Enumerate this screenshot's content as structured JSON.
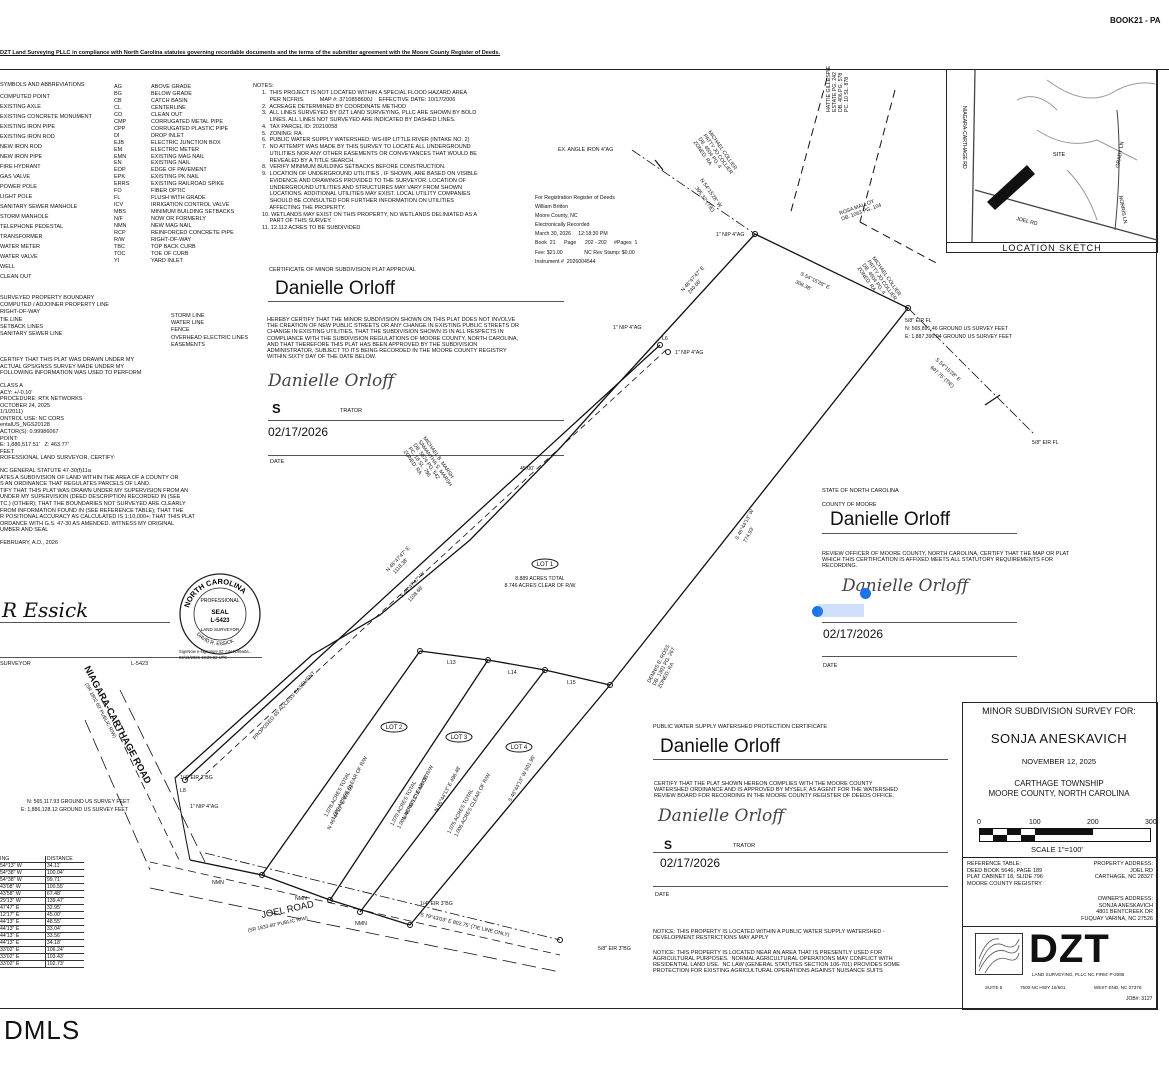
{
  "header": {
    "book_ref": "BOOK21 - PA",
    "top_note": "DZT Land Surveying PLLC  in compliance with North Carolina statutes governing recordable documents and the terms of the submitter agreement with the Moore County Register of Deeds."
  },
  "legend": {
    "title": "SYMBOLS AND ABBREVIATIONS",
    "left_items": [
      "COMPUTED POINT",
      "EXISTING AXLE",
      "EXISTING CONCRETE MONUMENT",
      "EXISTING IRON PIPE",
      "EXISTING IRON ROD",
      "NEW IRON ROD",
      "NEW IRON PIPE",
      "FIRE HYDRANT",
      "GAS VALVE",
      "POWER POLE",
      "LIGHT POLE",
      "SANITARY SEWER MANHOLE",
      "STORM MANHOLE",
      "TELEPHONE PEDESTAL",
      "TRANSFORMER",
      "WATER METER",
      "WATER VALVE",
      "WELL",
      "CLEAN OUT"
    ],
    "abbr_codes": [
      "AG",
      "BG",
      "CB",
      "CL",
      "CO",
      "CMP",
      "CPP",
      "DI",
      "EJB",
      "EM",
      "EMN",
      "EN",
      "EOP",
      "EPK",
      "ERRS",
      "FO",
      "FL",
      "ICV",
      "MBS",
      "N/F",
      "NMN",
      "RCP",
      "R/W",
      "TBC",
      "TOC",
      "YI"
    ],
    "abbr_meanings": [
      "ABOVE GRADE",
      "BELOW GRADE",
      "CATCH BASIN",
      "CENTERLINE",
      "CLEAN OUT",
      "CORRUGATED METAL PIPE",
      "CORRUGATED PLASTIC PIPE",
      "DROP INLET",
      "ELECTRIC JUNCTION BOX",
      "ELECTRIC METER",
      "EXISTING MAG NAIL",
      "EXISTING NAIL",
      "EDGE OF PAVEMENT",
      "EXISTING PK NAIL",
      "EXISTING RAILROAD SPIKE",
      "FIBER OPTIC",
      "FLUSH WITH GRADE",
      "IRRIGATION CONTROL VALVE",
      "MINIMUM BUILDING SETBACKS",
      "NOW OR FORMERLY",
      "NEW MAG NAIL",
      "REINFORCED CONCRETE PIPE",
      "RIGHT-OF-WAY",
      "TOP BACK CURB",
      "TOE OF CURB",
      "YARD INLET"
    ],
    "line_types_left": [
      "SURVEYED PROPERTY BOUNDARY",
      "COMPUTED / ADJOINER PROPERTY LINE",
      "RIGHT-OF-WAY",
      "TIE LINE",
      "SETBACK LINES",
      "SANITARY SEWER LINE"
    ],
    "line_types_right": [
      "STORM LINE",
      "WATER LINE",
      "FENCE",
      "OVERHEAD ELECTRIC LINES",
      "EASEMENTS"
    ]
  },
  "notes": {
    "title": "NOTES:",
    "items": [
      "1.  THIS PROJECT IS NOT LOCATED WITHIN A SPECIAL FLOOD HAZARD AREA",
      "     PER NCFRIS.          MAP #: 3710858600J    EFFECTIVE DATE: 10/17/2006",
      "2.  ACREAGE DETERMINED BY COORDINATE METHOD",
      "3.  ALL LINES SURVEYED BY DZT LAND SURVEYING, PLLC ARE SHOWN BY BOLD",
      "     LINES. ALL LINES NOT SURVEYED ARE INDICATED BY DASHED LINES.",
      "4.  TAX PARCEL ID: 20210058",
      "5.  ZONING: RA",
      "6.  PUBLIC WATER SUPPLY WATERSHED: WS-IIIP LITTLE RIVER (INTAKE NO. 2)",
      "7.  NO ATTEMPT WAS MADE BY THIS SURVEY TO LOCATE ALL UNDERGROUND",
      "     UTILITIES NOR ANY OTHER EASEMENTS OR CONVEYANCES THAT WOULD BE",
      "     REVEALED BY A TITLE SEARCH.",
      "8.  VERIFY MINIMUM BUILDING SETBACKS BEFORE CONSTRUCTION.",
      "9.  LOCATION OF UNDERGROUND UTILITIES , IF SHOWN, ARE BASED ON VISIBLE",
      "     EVIDENCE AND DRAWINGS PROVIDED TO THE SURVEYOR. LOCATION OF",
      "     UNDERGROUND UTILITIES AND STRUCTURES MAY VARY FROM SHOWN",
      "     LOCATIONS. ADDITIONAL UTILITIES MAY EXIST. LOCAL UTILITY COMPANIES",
      "     SHOULD BE CONSULTED FOR FURTHER INFORMATION ON UTILITIES",
      "     AFFECTING THE PROPERTY.",
      "10. WETLANDS MAY EXIST ON THIS PROPERTY, NO WETLANDS DELINIATED AS A",
      "     PART OF THIS SURVEY.",
      "11. 12.112 ACRES TO BE SUBDIVIDED"
    ]
  },
  "registration": {
    "lines": [
      "For Registration Register of Deeds",
      "William Britton",
      "Moore County, NC",
      "Electronically Recorded",
      "March 30, 2026     12:18:30 PM",
      "Book  21      Page      202 - 202     #Pages  1",
      "Fee: $21.00               NC Rev Stamp: $0.00",
      "Instrument #  2026004544"
    ]
  },
  "minor_subdivision_cert": {
    "title": "CERTIFICATE OF MINOR SUBDIVISION PLAT APPROVAL",
    "signer": "Danielle Orloff",
    "body": [
      "HEREBY CERTIFY THAT THE MINOR SUBDIVISION SHOWN ON THIS PLAT DOES NOT INVOLVE",
      "THE CREATION OF NEW PUBLIC STREETS OR ANY CHANGE IN EXISTING PUBLIC STREETS OR",
      "CHANGE IN EXISTING UTILITIES, THAT THE SUBDIVISION SHOWN IS IN ALL RESPECTS IN",
      "COMPLIANCE WITH THE SUBDIVISION REGULATIONS OF MOORE COUNTY, NORTH CAROLINA,",
      "AND THAT THEREFORE THIS PLAT HAS BEEN APPROVED BY THE SUBDIVISION",
      "ADMINISTRATOR, SUBJECT TO ITS BEING RECORDED IN THE MOORE COUNTY REGISTRY",
      "WITHIN SIXTY DAY OF THE DATE BELOW."
    ],
    "signature": "Danielle Orloff",
    "role": "TRATOR",
    "date_value": "02/17/2026",
    "date_label": "DATE"
  },
  "surveyor_cert": {
    "lines": [
      "CERTIFY THAT THIS PLAT WAS DRAWN UNDER MY",
      "ACTUAL GPS/GNSS SURVEY MADE UNDER MY",
      "FOLLOWING INFORMATION WAS USED TO PERFORM",
      "",
      "CLASS A",
      "ACY: +/-0.10'",
      "PROCEDURE: RTK NETWORKS",
      "OCTOBER 24, 2025",
      "1/1/2011)",
      "ONTROL USE: NC CORS",
      "entalUS_NGS20128",
      "ACTOR(S): 0.99986067",
      "POINT:",
      "E: 1,886,517.51'   Z: 463.77'",
      "FEET",
      "ROFESSIONAL LAND SURVEYOR, CERTIFY:",
      "",
      "NC GENERAL STATUTE 47-30(f)11a",
      "ATES A SUBDIVISION OF LAND WITHIN THE AREA OF A COUNTY OR",
      "S AN ORDINANCE THAT REGULATES PARCELS OF LAND.",
      "TIFY THAT THIS PLAT WAS DRAWN UNDER MY SUPERVISION FROM AN",
      "UNDER MY SUPERVISION (DEED DESCRIPTION RECORDED IN (SEE",
      "TC.) (OTHER); THAT THE BOUNDARIES NOT SURVEYED ARE CLEARLY",
      "FROM INFORMATION FOUND IN (SEE REFERENCE TABLE); THAT THE",
      "R POSITIONAL ACCURACY AS CALCULATED IS 1:10,000+; THAT THIS PLAT",
      "ORDANCE WITH G.S. 47-30 AS AMENDED. WITNESS MY ORIGINAL",
      "UMBER AND SEAL",
      "",
      "FEBRUARY, A.D., 2026"
    ],
    "signature": "R Essick",
    "surveyor_label": "SURVEYOR",
    "license": "L-5423",
    "seal_lines": [
      "NORTH CAROLINA",
      "PROFESSIONAL",
      "SEAL",
      "L-5423",
      "LAND SURVEYOR",
      "DAVID R. ESSICK"
    ],
    "esign": "SignNow e-signature ID: c4e4199a0a...",
    "esign_date": "02/16/2026 18:29:32 UTC"
  },
  "plat": {
    "parcels": [
      {
        "text": "MICHAEL COLLIER\nPATTY JO COLLIER\nDB. 4504 PG. 4\nZONED: RA"
      },
      {
        "text": "HATTIE GILLESPIE\nESTATE PG. 242\nDB. 406 PG. 578\nPC. 10 SL. 878"
      },
      {
        "text": "ROSA MALLOY\nDB. 1063 PG. 104"
      },
      {
        "text": "MICHAEL COLLIER\nPATTY JO COLLIER\nDB. 4504 PG. 4\nZONED: RA"
      },
      {
        "text": "MICHAEL B. MARSH\nSAMANTHA S. MARSH\nDB. 5574 PG. 542\nPC. 18 SL. 796\nZONED: RA"
      },
      {
        "text": "DENNIS E. ROSS\nDB. 1301 PG. 267\nZONED: RA"
      }
    ],
    "labels": [
      "EX. ANGLE IRON 4\"AG",
      "1\" NIP 4\"AG",
      "1\" NIP 4\"AG",
      "1\" NIP 4\"AG",
      "5/8\" EIR FL",
      "N: 565,891.46 GROUND US SURVEY FEET",
      "E: 1,887,390.94 GROUND US SURVEY FEET",
      "5/8\" EIR FL",
      "N 54°15'28\" W",
      "395.33' (TIE)",
      "N 46°47'47\" E",
      "240.00'",
      "S 54°15'28\" E",
      "308.38'",
      "S 54°15'28\" E",
      "607.75' (TIE)",
      "S 46°47'47\" W",
      "1108.66'",
      "N 46°47'47\" E",
      "1118.38'",
      "S 46°44'13\" W",
      "774.93'",
      "45.00'",
      "L6",
      "L13",
      "L14",
      "L15",
      "L8",
      "N: 565,117.93 GROUND US SURVEY FEET",
      "E: 1,886,128.12 GROUND US SURVEY FEET",
      "1/4\" EIR 2\"BG",
      "1\" NIP 4\"AG",
      "1/4\" EIR 3\"BG",
      "5/8\" EIR 3\"BG",
      "S 79°43'03\" E  802.75' (TIE LINE ONLY)",
      "N 46°44'13\" E  478.09'",
      "N 46°44'13\" E  489.53'",
      "N 46°44'13\" E  496.48'",
      "S 46°44'13\" W  501.95'",
      "PROPOSED 45' ACCESS EASEMENT",
      "NMN",
      "NMN",
      "NMN"
    ],
    "lots": [
      {
        "name": "LOT 1",
        "acres": "8.889 ACRES TOTAL",
        "clear": "8.746 ACRES CLEAR OF R/W"
      },
      {
        "name": "LOT 2",
        "acres": "1.078 ACRES TOTAL",
        "clear": "1.009 ACRES CLEAR OF R/W"
      },
      {
        "name": "LOT 3",
        "acres": "1.070 ACRES TOTAL",
        "clear": "1.001 ACRES CLEAR OF R/W"
      },
      {
        "name": "LOT 4",
        "acres": "1.075 ACRES TOTAL",
        "clear": "1.006 ACRES CLEAR OF R/W"
      }
    ],
    "roads": {
      "niagara": "NIAGARA-CARTHAGE ROAD",
      "niagara_sub": "(SR 1802 60' PUBLIC R/W)",
      "joel": "JOEL ROAD",
      "joel_sub": "(SR 1833 60' PUBLIC R/W)"
    }
  },
  "line_table": {
    "headers": [
      "ING",
      "DISTANCE"
    ],
    "rows": [
      [
        "54°13\" W",
        "34.11'"
      ],
      [
        "54°38\" W",
        "100.04'"
      ],
      [
        "54°38\" W",
        "99.71'"
      ],
      [
        "43'08\" W",
        "100.55'"
      ],
      [
        "43'58\" W",
        "67.48'"
      ],
      [
        "29'13\" W",
        "139.47'"
      ],
      [
        "47'47\" E",
        "32.95'"
      ],
      [
        "12'17\" E",
        "45.00'"
      ],
      [
        "44'13\" E",
        "48.55'"
      ],
      [
        "44'13\" E",
        "33.04'"
      ],
      [
        "44'13\" E",
        "33.56'"
      ],
      [
        "44'13\" E",
        "34.18'"
      ],
      [
        "33'02\" E",
        "106.24'"
      ],
      [
        "33'02\" E",
        "103.43'"
      ],
      [
        "33'02\" E",
        "102.73'"
      ]
    ]
  },
  "county_review": {
    "state": "STATE OF NORTH CAROLINA",
    "county": "COUNTY OF MOORE",
    "signer": "Danielle Orloff",
    "body": [
      "REVIEW OFFICER OF MOORE COUNTY, NORTH CAROLINA, CERTIFY THAT THE MAP OR PLAT",
      "WHICH THIS CERTIFICATION IS AFFIXED MEETS ALL STATUTORY REQUIREMENTS FOR",
      "RECORDING."
    ],
    "signature": "Danielle Orloff",
    "date_value": "02/17/2026",
    "date_label": "DATE"
  },
  "watershed_cert": {
    "title": "PUBLIC WATER SUPPLY WATERSHED PROTECTION CERTIFICATE",
    "signer": "Danielle Orloff",
    "body": [
      "CERTIFY THAT THE PLAT SHOWN HEREON COMPLIES WITH THE MOORE COUNTY",
      "WATERSHED ORDINANCE AND IS APPROVED BY MYSELF, AS AGENT FOR THE WATERSHED",
      "REVIEW BOARD FOR RECORDING IN THE MOORE COUNTY REGISTER OF DEEDS OFFICE."
    ],
    "signature": "Danielle Orloff",
    "role": "TRATOR",
    "date_value": "02/17/2026",
    "date_label": "DATE",
    "notice1": [
      "NOTICE: THIS PROPERTY IS LOCATED WITHIN A PUBLIC WATER SUPPLY WATERSHED -",
      "DEVELOPMENT RESTRICTIONS MAY APPLY"
    ],
    "notice2": [
      "NOTICE: THIS PROPERTY IS LOCATED NEAR AN AREA THAT IS PRESENTLY USED FOR",
      "AGRICULTURAL PURPOSES.  NORMAL AGRICULTURAL OPERATIONS MAY CONFLICT WITH",
      "RESIDENTIAL LAND USE.  NC LAW (GENERAL STATUTES SECTION 106-701) PROVIDES SOME",
      "PROTECTION FOR EXISTING AGRICULTURAL OPERATIONS AGAINST NUISANCE SUITS"
    ]
  },
  "location_sketch": {
    "title": "LOCATION SKETCH",
    "roads": [
      "NIAGARA-CARTHAGE RD",
      "JOEL RD",
      "GRADY LN",
      "NORRIS LN"
    ],
    "site": "SITE"
  },
  "title_block": {
    "heading": "MINOR SUBDIVISION SURVEY FOR:",
    "client": "SONJA ANESKAVICH",
    "date": "NOVEMBER 12, 2025",
    "township": "CARTHAGE TOWNSHIP",
    "county": "MOORE COUNTY, NORTH CAROLINA",
    "scale_ticks": [
      "0",
      "100",
      "200",
      "300"
    ],
    "scale_label": "SCALE 1\"=100'",
    "ref_title": "REFERENCE TABLE:",
    "refs": [
      "DEED BOOK 5646, PAGE 189",
      "PLAT CABINET 18, SLIDE 796",
      "MOORE COUNTY REGISTRY"
    ],
    "prop_title": "PROPERTY ADDRESS:",
    "prop_lines": [
      "JOEL RD",
      "CARTHAGE, NC 28327"
    ],
    "owner_title": "OWNER'S ADDRESS:",
    "owner_lines": [
      "SONJA ANESKAVICH",
      "4801 BENTCREEK DR",
      "FUQUAY VARINA, NC 27526"
    ],
    "logo": "DZT",
    "firm": "LAND SURVEYING, PLLC  NC FIRM: P-2086",
    "suite": "SUITE 5",
    "street": "7500 NC HWY 15/501",
    "city": "WEST END, NC 27376",
    "job": "JOB#: 3127"
  },
  "watermark": "DMLS"
}
